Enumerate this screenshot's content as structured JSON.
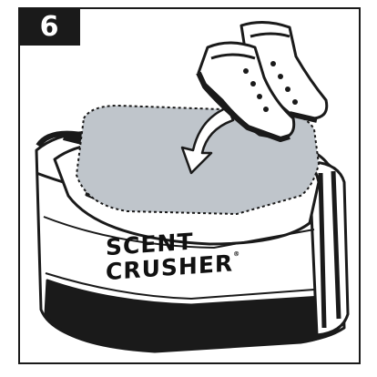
{
  "step": {
    "number": "6"
  },
  "brand": {
    "line1": "SCENT",
    "line2": "CRUSHER",
    "mark": "®"
  },
  "colors": {
    "ink": "#1a1a1a",
    "insert": "#bfc5cb",
    "paper": "#ffffff"
  }
}
